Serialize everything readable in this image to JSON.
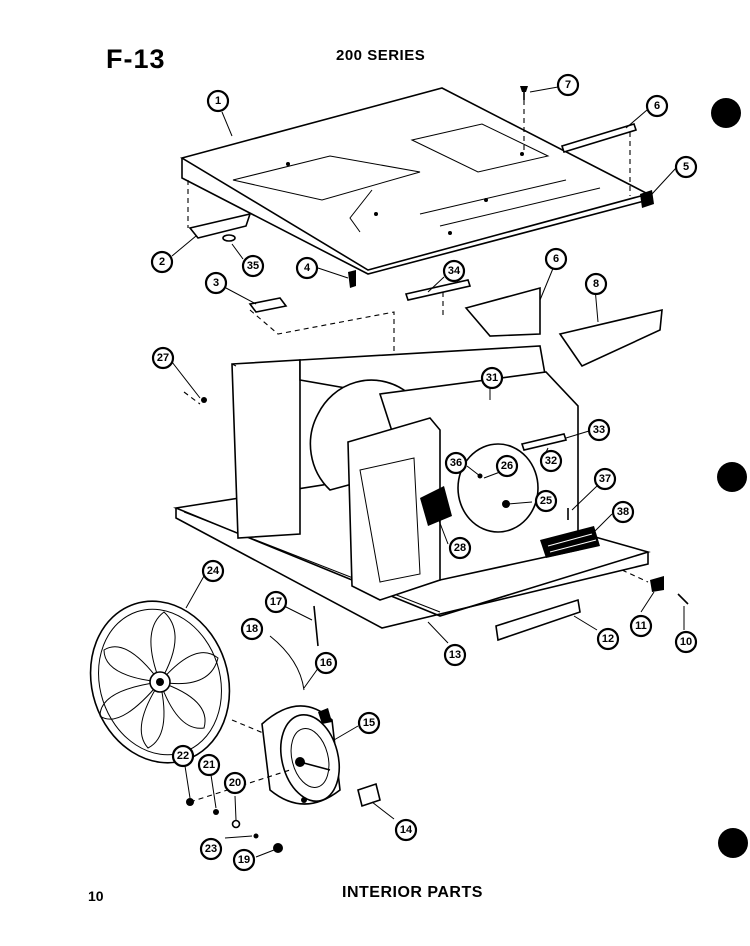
{
  "header": {
    "figure_id": "F-13",
    "series": "200 SERIES"
  },
  "footer": {
    "page_number": "10",
    "caption": "INTERIOR PARTS"
  },
  "callouts": [
    "1",
    "2",
    "35",
    "3",
    "4",
    "34",
    "6",
    "8",
    "7",
    "6",
    "5",
    "27",
    "31",
    "33",
    "32",
    "26",
    "36",
    "25",
    "37",
    "38",
    "28",
    "24",
    "17",
    "18",
    "16",
    "15",
    "13",
    "12",
    "11",
    "10",
    "22",
    "21",
    "20",
    "23",
    "19",
    "14"
  ]
}
